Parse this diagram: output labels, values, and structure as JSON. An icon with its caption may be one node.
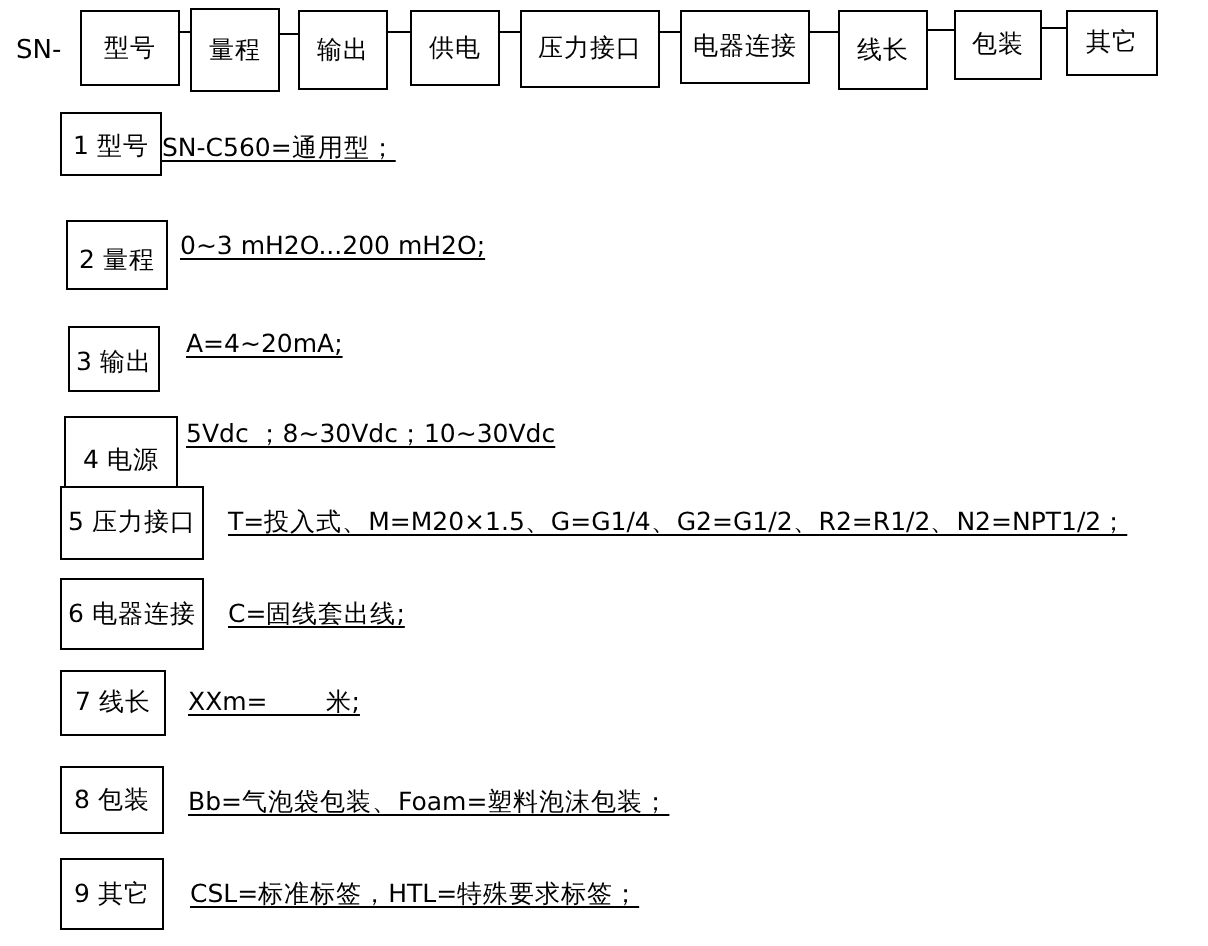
{
  "diagram": {
    "nodes": [
      {
        "text": [
          "型号"
        ]
      },
      {
        "text": [
          "量程"
        ]
      },
      {
        "text": [
          "输出"
        ]
      },
      {
        "text": [
          "供电"
        ]
      },
      {
        "text": [
          "压力接口"
        ]
      },
      {
        "text": [
          "电器连接"
        ]
      },
      {
        "text": [
          "线长"
        ]
      },
      {
        "text": [
          "包装"
        ]
      },
      {
        "text": [
          "其它"
        ]
      },
      {
        "text": [
          "1 型号"
        ],
        "beside": [
          "SN-C560=通用型；"
        ]
      },
      {
        "text": [
          "2 量程"
        ],
        "beside": [
          "0~3 mH2O...200 mH2O;"
        ]
      },
      {
        "text": [
          "3 输出"
        ],
        "beside": [
          "A=4~20mA;"
        ]
      },
      {
        "text": [
          "4 电源"
        ],
        "beside": [
          "5Vdc ；8~30Vdc；10~30Vdc"
        ]
      },
      {
        "text": [
          "5 压力接口"
        ],
        "beside": [
          "T=投入式、M=M20×1.5、G=G1/4、G2=G1/2、R2=R1/2、N2=NPT1/2；"
        ]
      },
      {
        "text": [
          "6 电器连接"
        ],
        "beside": [
          "C=固线套出线;"
        ]
      },
      {
        "text": [
          "7 线长"
        ],
        "beside": [
          "XXm=__ __米;"
        ]
      },
      {
        "text": [
          "8 包装"
        ],
        "beside": [
          "Bb=气泡袋包装、Foam=塑料泡沫包装；"
        ]
      },
      {
        "text": [
          "9 其它"
        ],
        "beside": [
          "CSL=标准标签，HTL=特殊要求标签；"
        ]
      }
    ],
    "edges": [
      {
        "from": 0,
        "to": 1,
        "arrow": "none"
      },
      {
        "from": 1,
        "to": 2,
        "arrow": "none"
      },
      {
        "from": 2,
        "to": 3,
        "arrow": "none"
      },
      {
        "from": 3,
        "to": 4,
        "arrow": "none"
      },
      {
        "from": 4,
        "to": 5,
        "arrow": "none"
      },
      {
        "from": 5,
        "to": 6,
        "arrow": "none"
      },
      {
        "from": 6,
        "to": 7,
        "arrow": "none"
      },
      {
        "from": 7,
        "to": 8,
        "arrow": "none"
      }
    ],
    "labels": [
      "SN-"
    ]
  }
}
